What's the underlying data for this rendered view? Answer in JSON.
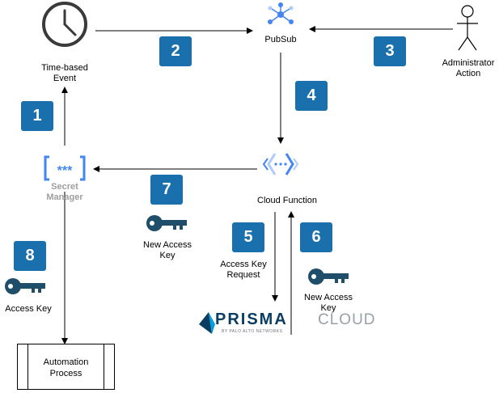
{
  "nodes": {
    "time_event": "Time-based\nEvent",
    "pubsub": "PubSub",
    "admin": "Administrator\nAction",
    "secret_manager": "Secret\nManager",
    "cloud_function": "Cloud Function",
    "new_key_left": "New Access\nKey",
    "key_request": "Access Key\nRequest",
    "new_key_right": "New Access\nKey",
    "access_key": "Access Key",
    "automation": "Automation\nProcess"
  },
  "prisma": {
    "word1": "PRISMA",
    "word2": "CLOUD",
    "tagline": "BY PALO ALTO NETWORKS"
  },
  "steps": [
    "1",
    "2",
    "3",
    "4",
    "5",
    "6",
    "7",
    "8"
  ],
  "colors": {
    "badge": "#1a6fad",
    "key": "#1f4e6b",
    "gcp_blue": "#4285f4",
    "prisma_blue": "#00a1e0"
  }
}
